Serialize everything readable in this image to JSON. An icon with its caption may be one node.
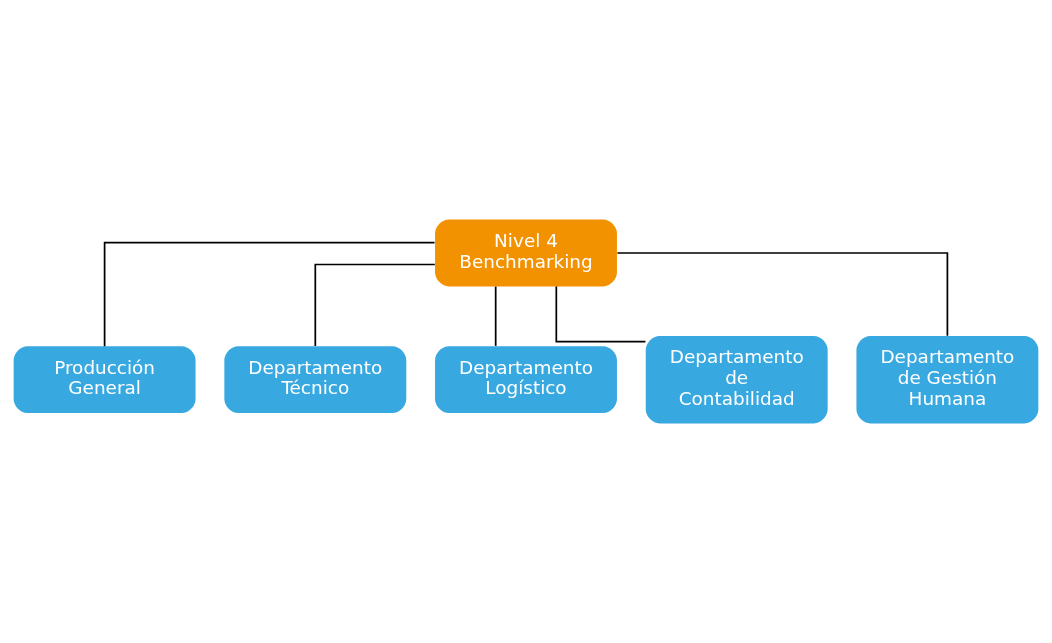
{
  "diagram": {
    "nodes": [
      {
        "text": [
          "Nivel 4 Benchmarking"
        ]
      },
      {
        "text": [
          "Producción General"
        ]
      },
      {
        "text": [
          "Departamento Técnico"
        ]
      },
      {
        "text": [
          "Departamento Logístico"
        ]
      },
      {
        "text": [
          "Departamento de Contabilidad"
        ]
      },
      {
        "text": [
          "Departamento de Gestión Humana"
        ]
      }
    ],
    "edges": [
      {
        "from": 0,
        "to": 1,
        "arrow": "none"
      },
      {
        "from": 0,
        "to": 2,
        "arrow": "none"
      },
      {
        "from": 0,
        "to": 3,
        "arrow": "none"
      },
      {
        "from": 0,
        "to": 4,
        "arrow": "none"
      },
      {
        "from": 0,
        "to": 5,
        "arrow": "none"
      }
    ]
  }
}
